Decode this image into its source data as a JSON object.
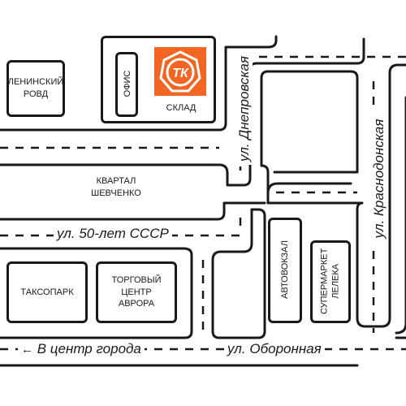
{
  "places": {
    "leninsky": "ЛЕНИНСКИЙ\nРОВД",
    "office": "ОФИС",
    "warehouse": "СКЛАД",
    "logo_text": "ТК",
    "kvartal": "КВАРТАЛ\nШЕВЧЕНКО",
    "taxopark": "ТАКСОПАРК",
    "mall": "ТОРГОВЫЙ\nЦЕНТР\nАВРОРА",
    "bus_station": "АВТОВОКЗАЛ",
    "supermarket": "СУПЕРМАРКЕТ\nЛЕЛЕКА"
  },
  "streets": {
    "dneprovskaya": "ул. Днепровская",
    "krasnodonskaya": "ул. Краснодонская",
    "fifty_years": "ул. 50-лет СССР",
    "oboronnaya": "ул. Оборонная",
    "to_center": "В центр города"
  },
  "colors": {
    "line": "#1a1a1a",
    "accent": "#f26522"
  },
  "icons": {
    "direction": "arrow-left-icon"
  }
}
